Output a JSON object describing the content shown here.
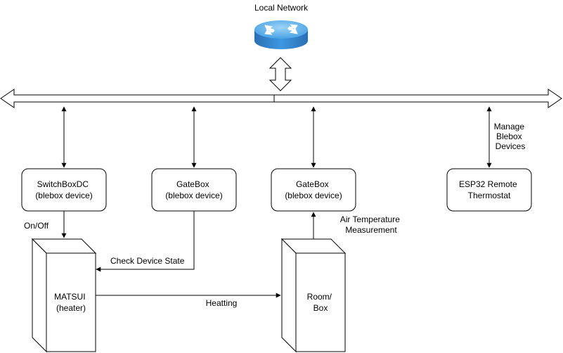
{
  "network": {
    "title": "Local Network"
  },
  "devices": [
    {
      "name_line1": "SwitchBoxDC",
      "name_line2": "(blebox device)"
    },
    {
      "name_line1": "GateBox",
      "name_line2": "(blebox device)"
    },
    {
      "name_line1": "GateBox",
      "name_line2": "(blebox device)"
    },
    {
      "name_line1": "ESP32 Remote",
      "name_line2": "Thermostat"
    }
  ],
  "labels": {
    "manage_line1": "Manage",
    "manage_line2": "Blebox",
    "manage_line3": "Devices",
    "on_off": "On/Off",
    "check_state": "Check Device State",
    "air_temp_line1": "Air Temperature",
    "air_temp_line2": "Measurement",
    "heating": "Heatting"
  },
  "blocks": {
    "heater_line1": "MATSUI",
    "heater_line2": "(heater)",
    "room_line1": "Room/",
    "room_line2": "Box"
  },
  "colors": {
    "router_top": "#5fb2ea",
    "router_body": "#1f78c8",
    "stroke": "#000000"
  }
}
